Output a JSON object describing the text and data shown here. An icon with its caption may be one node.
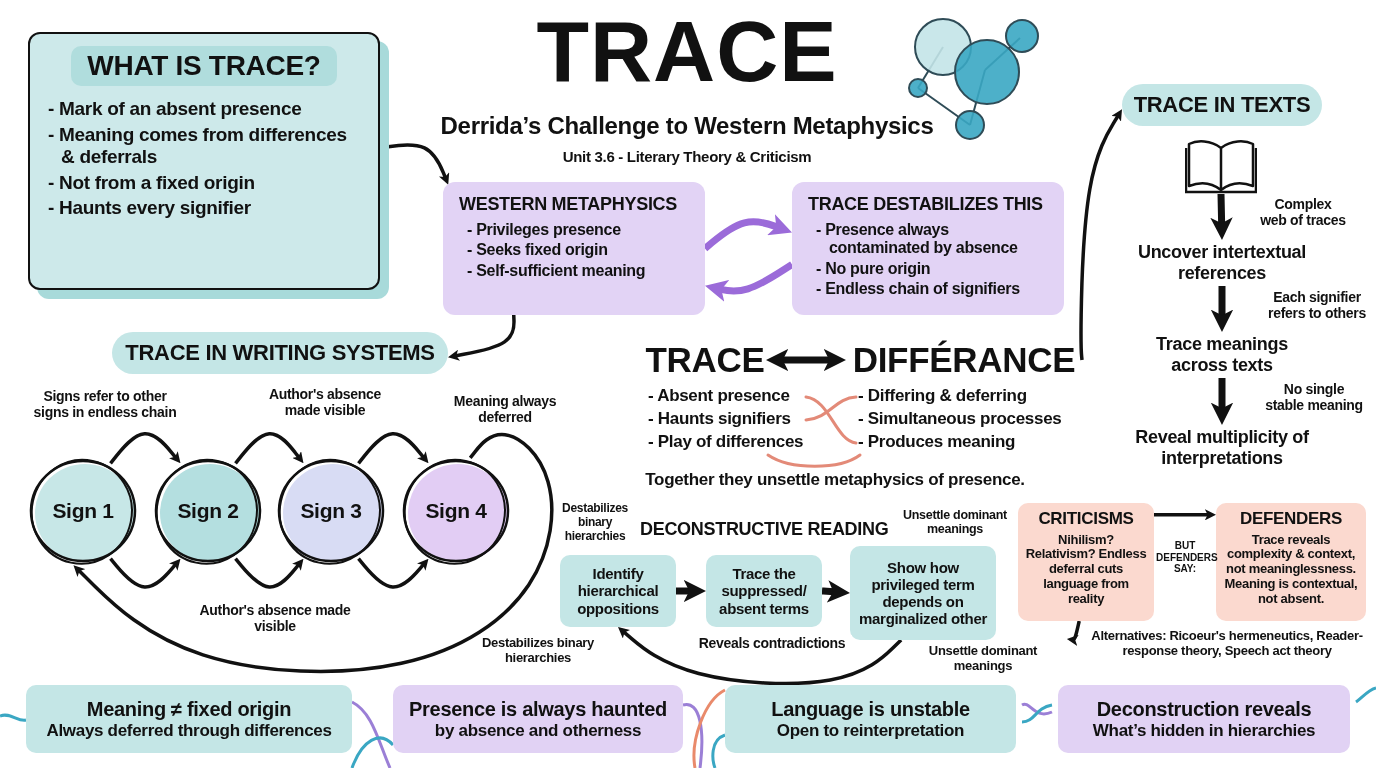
{
  "diagram": {
    "title": "TRACE",
    "nodes": [
      {
        "text": [
          "WHAT IS TRACE?",
          "- Mark of an absent presence",
          "- Meaning comes from differences & deferrals",
          "- Not from a fixed origin",
          "- Haunts every signifier"
        ]
      },
      {
        "text": [
          "WESTERN METAPHYSICS",
          "- Privileges presence",
          "- Seeks fixed origin",
          "- Self-sufficient meaning"
        ]
      },
      {
        "text": [
          "TRACE DESTABILIZES THIS",
          "- Presence always contaminated by absence",
          "- No pure origin",
          "- Endless chain of signifiers"
        ]
      },
      {
        "text": [
          "TRACE IN WRITING SYSTEMS"
        ]
      },
      {
        "text": [
          "Sign 1"
        ]
      },
      {
        "text": [
          "Sign 2"
        ]
      },
      {
        "text": [
          "Sign 3"
        ]
      },
      {
        "text": [
          "Sign 4"
        ]
      },
      {
        "text": [
          "TRACE"
        ]
      },
      {
        "text": [
          "DIFFÉRANCE"
        ]
      },
      {
        "text": [
          "TRACE IN TEXTS"
        ]
      },
      {
        "text": [],
        "shape": "book"
      },
      {
        "text": [
          "Uncover intertextual references"
        ]
      },
      {
        "text": [
          "Trace meanings across texts"
        ]
      },
      {
        "text": [
          "Reveal multiplicity of interpretations"
        ]
      },
      {
        "text": [
          "Identify hierarchical oppositions"
        ]
      },
      {
        "text": [
          "Trace the suppressed/ absent terms"
        ]
      },
      {
        "text": [
          "Show how privileged term depends on marginalized other"
        ]
      },
      {
        "text": [
          "CRITICISMS",
          "Nihilism? Relativism? Endless deferral cuts language from reality"
        ]
      },
      {
        "text": [
          "DEFENDERS",
          "Trace reveals complexity & context, not meaninglessness. Meaning is contextual, not absent."
        ]
      },
      {
        "text": [
          "Alternatives: Ricoeur's hermeneutics, Reader-response theory, Speech act theory"
        ]
      },
      {
        "text": [
          "Meaning ≠ fixed origin",
          "Always deferred through differences"
        ]
      },
      {
        "text": [
          "Presence is always haunted",
          "by absence and otherness"
        ]
      },
      {
        "text": [
          "Language is unstable",
          "Open to reinterpretation"
        ]
      },
      {
        "text": [
          "Deconstruction reveals",
          "What’s hidden in hierarchies"
        ]
      }
    ],
    "edges": [
      {
        "from": 0,
        "to": 1,
        "arrow": "to"
      },
      {
        "from": 1,
        "to": 2,
        "arrow": "to",
        "style": "thick",
        "color": "#9b6bd9"
      },
      {
        "from": 2,
        "to": 1,
        "arrow": "to",
        "style": "thick",
        "color": "#9b6bd9"
      },
      {
        "from": 1,
        "to": 3,
        "arrow": "to"
      },
      {
        "from": 4,
        "to": 5,
        "arrow": "to",
        "label": "Signs refer to other signs in endless chain"
      },
      {
        "from": 5,
        "to": 6,
        "arrow": "to",
        "label": "Author's absence made visible"
      },
      {
        "from": 6,
        "to": 7,
        "arrow": "to"
      },
      {
        "from": 4,
        "to": 5,
        "arrow": "to"
      },
      {
        "from": 5,
        "to": 6,
        "arrow": "to",
        "label": "Author's absence made visible"
      },
      {
        "from": 6,
        "to": 7,
        "arrow": "to"
      },
      {
        "from": 7,
        "to": 4,
        "arrow": "to",
        "label": "Meaning always deferred"
      },
      {
        "from": 8,
        "to": 9,
        "arrow": "both",
        "style": "thick"
      },
      {
        "from": 9,
        "to": 10,
        "arrow": "to"
      },
      {
        "from": 11,
        "to": 12,
        "arrow": "to",
        "style": "thick",
        "label": "Complex web of traces"
      },
      {
        "from": 12,
        "to": 13,
        "arrow": "to",
        "style": "thick",
        "label": "Each signifier refers to others"
      },
      {
        "from": 13,
        "to": 14,
        "arrow": "to",
        "style": "thick",
        "label": "No single stable meaning"
      },
      {
        "from": 15,
        "to": 16,
        "arrow": "to",
        "style": "thick"
      },
      {
        "from": 16,
        "to": 17,
        "arrow": "to",
        "style": "thick"
      },
      {
        "from": 17,
        "to": 15,
        "arrow": "to",
        "label": "Reveals contradictions"
      },
      {
        "from": 18,
        "to": 19,
        "arrow": "to",
        "label": "BUT DEFENDERS SAY:"
      },
      {
        "from": 18,
        "to": 20,
        "arrow": "to"
      }
    ],
    "labels": [
      "Derrida’s Challenge to Western Metaphysics",
      "Unit 3.6 - Literary Theory & Criticism",
      "- Absent presence",
      "- Haunts signifiers",
      "- Play of differences",
      "- Differing & deferring",
      "- Simultaneous processes",
      "- Produces meaning",
      "Together they unsettle metaphysics of presence.",
      "Destabilizes binary hierarchies",
      "DECONSTRUCTIVE READING",
      "Unsettle dominant meanings",
      "Destabilizes binary hierarchies",
      "Unsettle dominant meanings"
    ]
  }
}
